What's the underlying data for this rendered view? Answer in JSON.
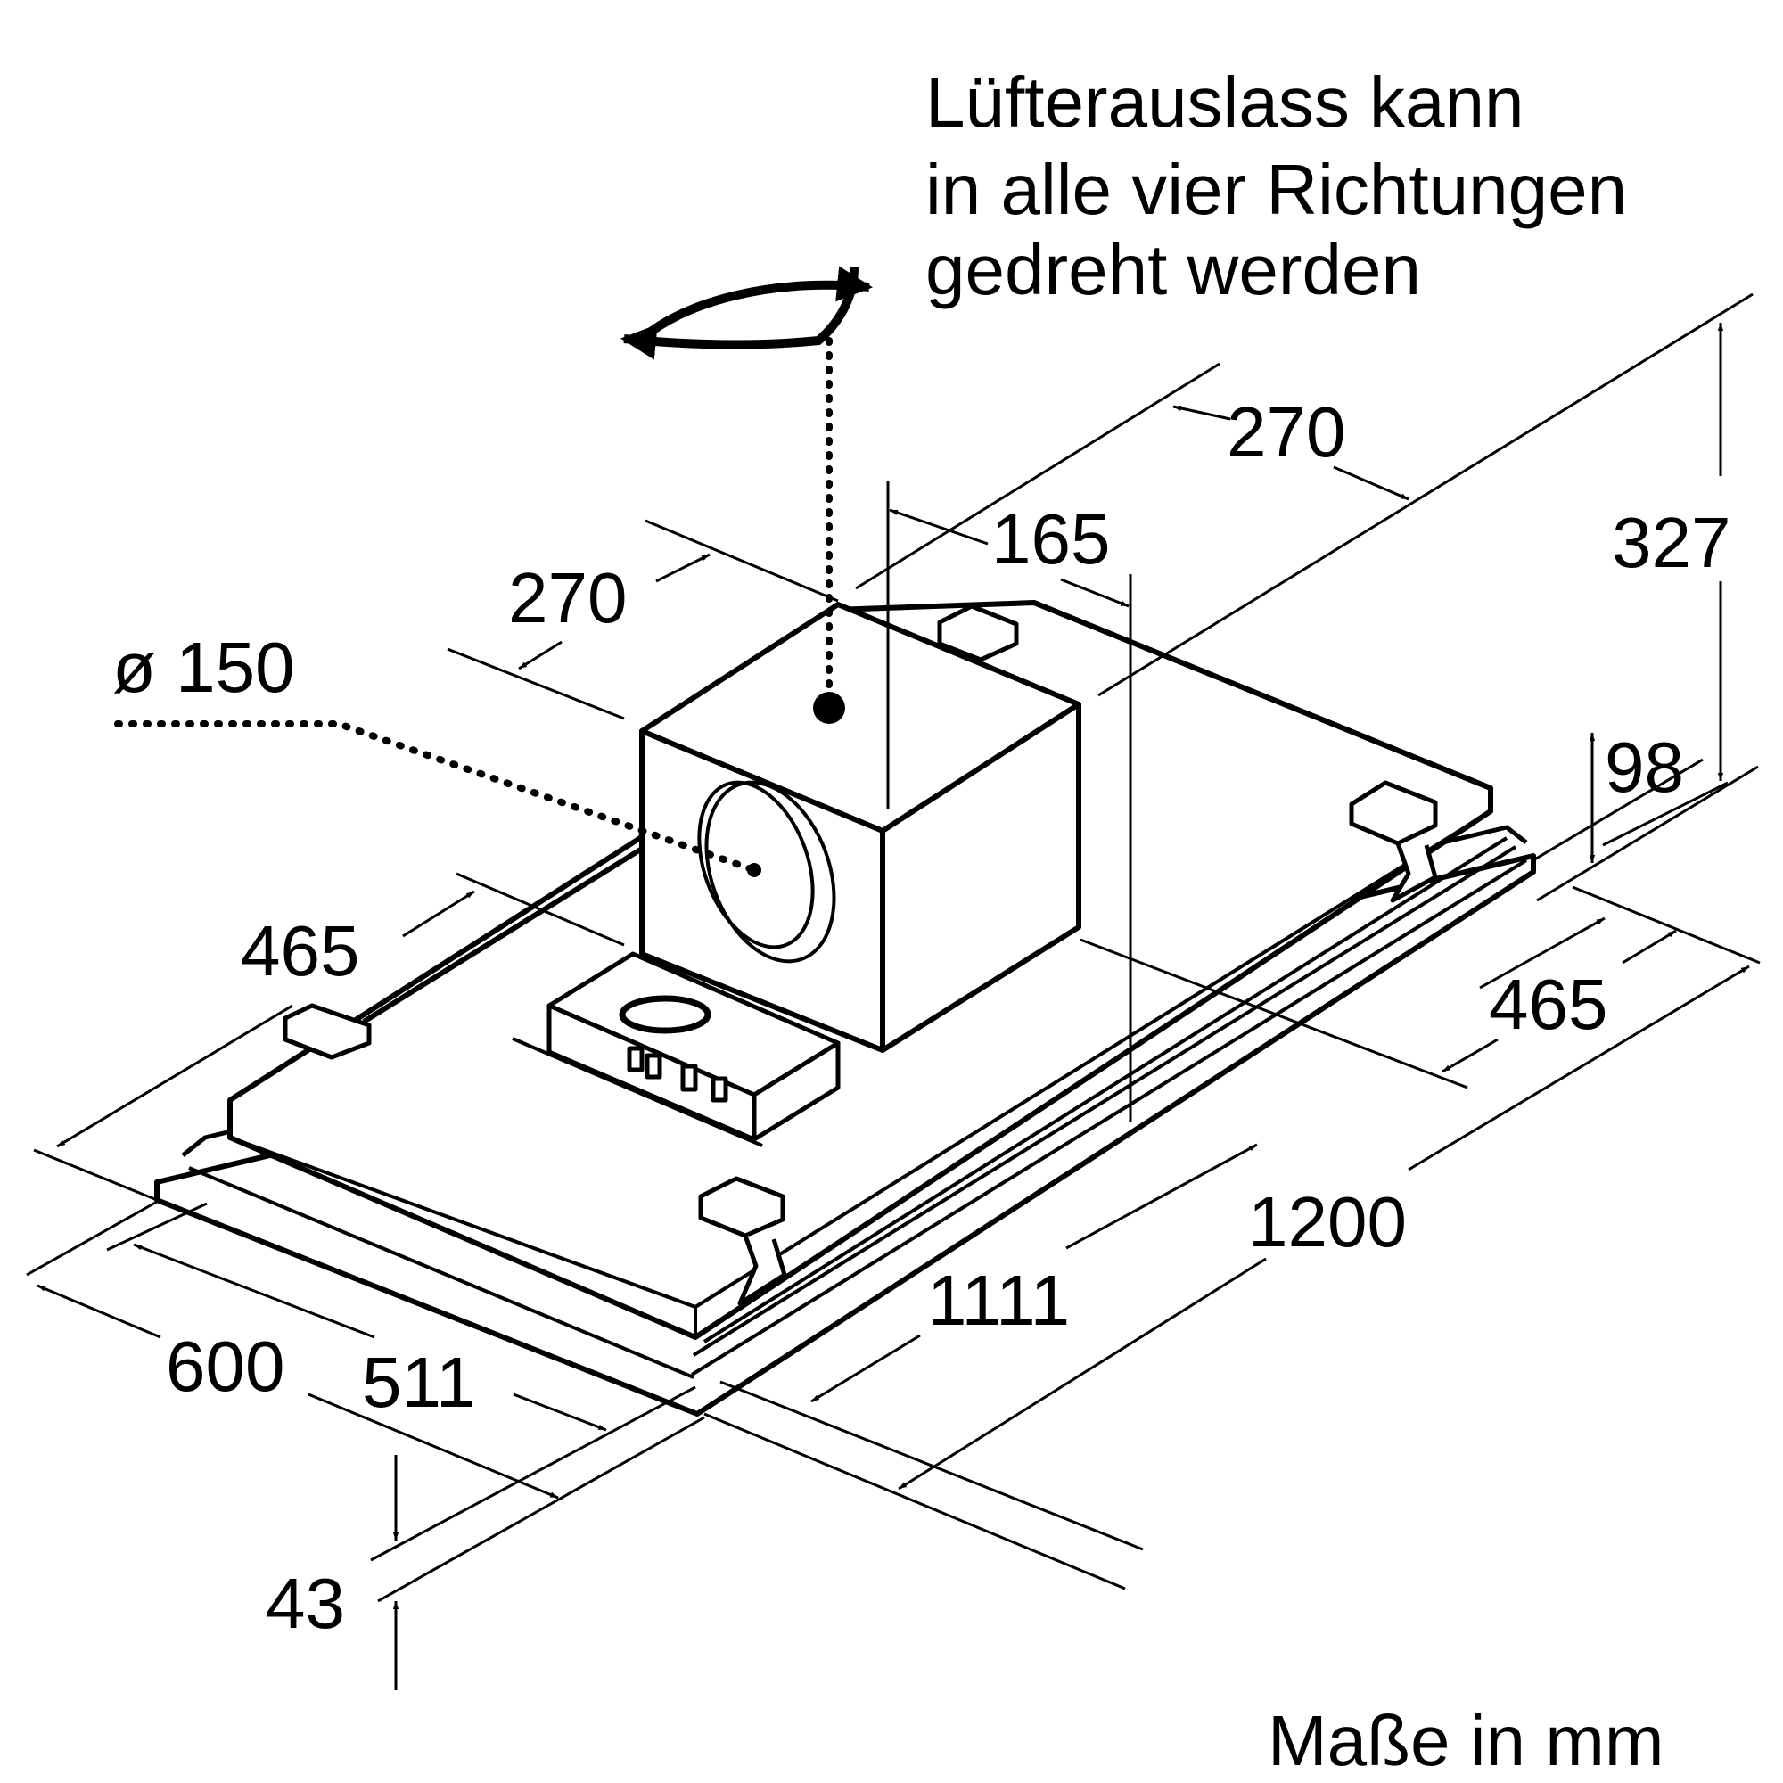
{
  "annotation": {
    "lines": [
      "Lüfterauslass kann",
      "in alle vier Richtungen",
      "gedreht werden"
    ]
  },
  "units_note": "Maße in mm",
  "dimensions": {
    "fan_width_left": "270",
    "fan_depth_right": "270",
    "fan_offset": "165",
    "outlet_diameter": "ø 150",
    "height_total": "327",
    "height_body": "98",
    "depth_inner_left": "465",
    "depth_inner_right": "465",
    "length_outer": "1200",
    "length_inner": "1111",
    "width_outer": "600",
    "width_inner": "511",
    "frame_thickness": "43"
  },
  "colors": {
    "ink": "#000000",
    "paper": "#ffffff"
  },
  "icons": [
    "rotation-arrow-icon",
    "outlet-center-dot-icon"
  ]
}
